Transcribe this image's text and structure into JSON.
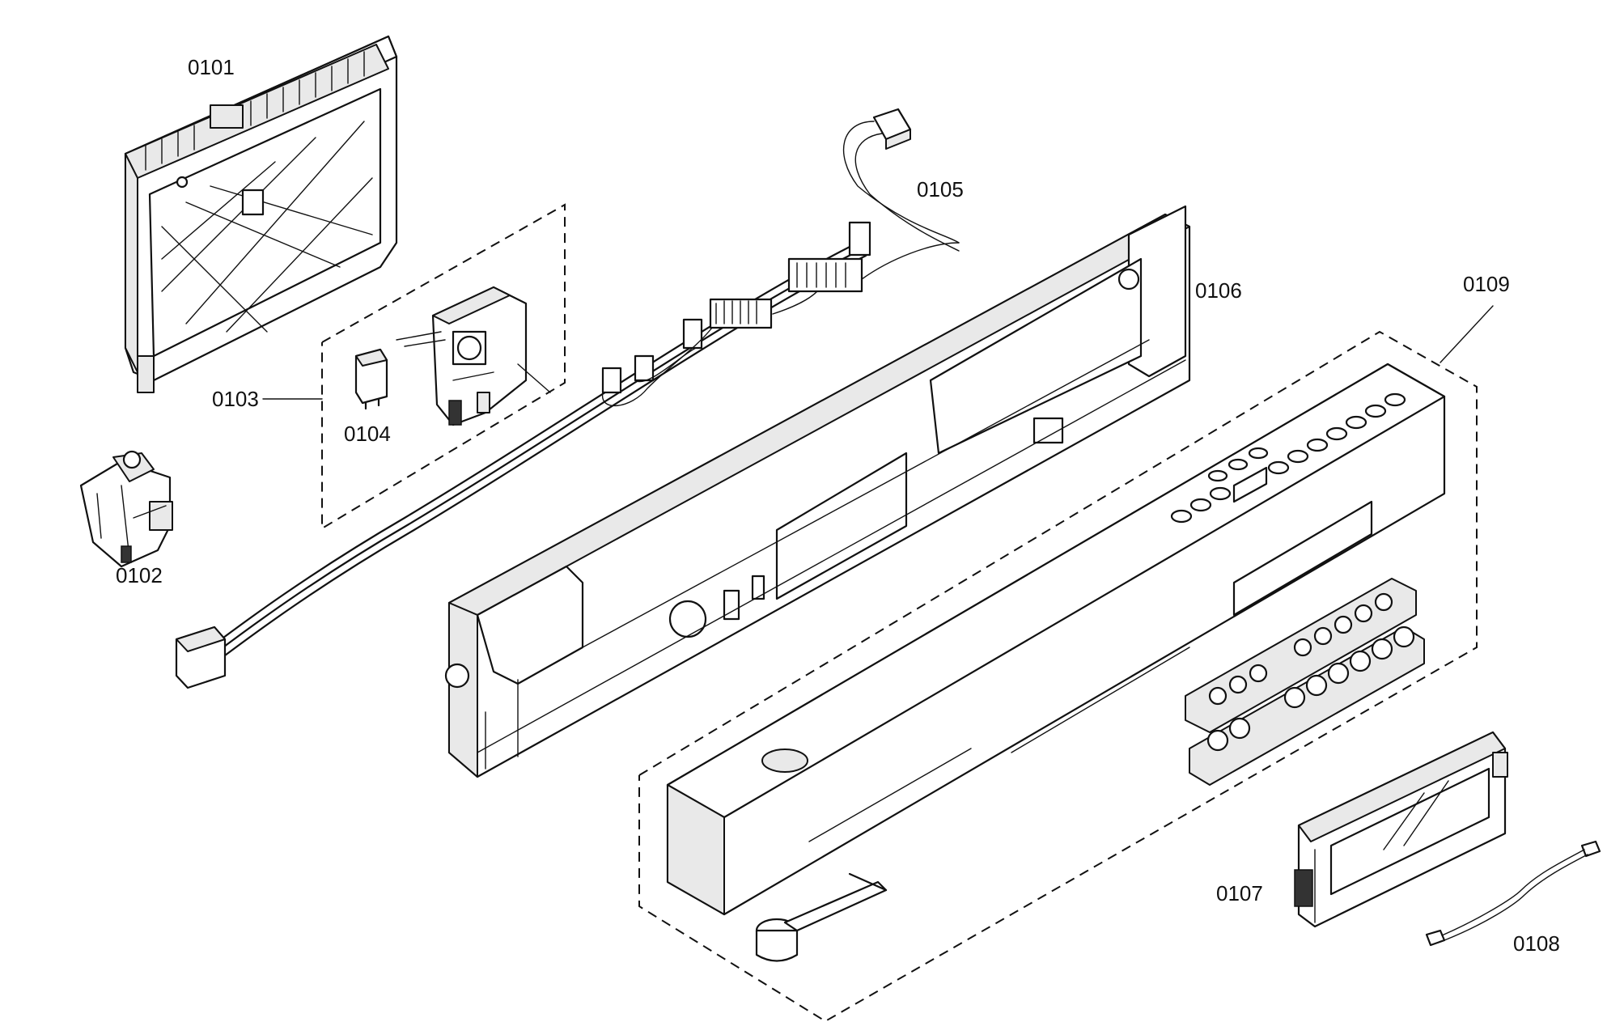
{
  "diagram": {
    "part_labels": {
      "p0101": "0101",
      "p0102": "0102",
      "p0103": "0103",
      "p0104": "0104",
      "p0105": "0105",
      "p0106": "0106",
      "p0107": "0107",
      "p0108": "0108",
      "p0109": "0109"
    }
  }
}
